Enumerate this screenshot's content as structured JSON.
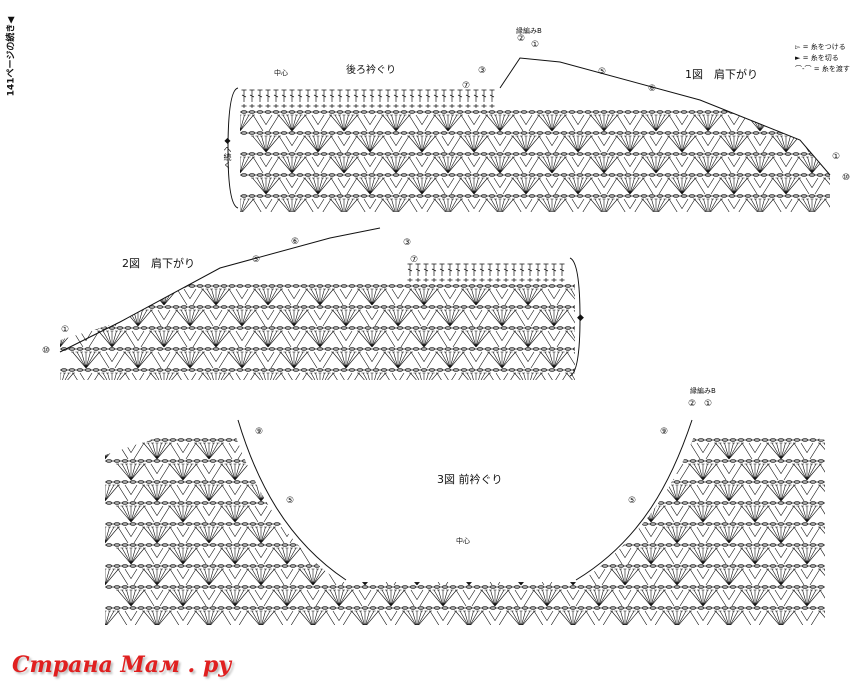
{
  "side_note": "141ページの続き◀",
  "legend": [
    {
      "symbol": "▻",
      "label": "= 糸をつける"
    },
    {
      "symbol": "►",
      "label": "= 糸を切る"
    },
    {
      "symbol": "⌒-⌒",
      "label": "= 糸を渡す"
    }
  ],
  "fig1": {
    "title": "1図　肩下がり",
    "neck_label": "後ろ衿ぐり",
    "center_label": "中心",
    "edging_label": "縁編みB",
    "continue_label": "◆へ続く",
    "rows": [
      "①",
      "②",
      "③",
      "⑦",
      "⑤",
      "⑥",
      "①",
      "⑩"
    ]
  },
  "fig2": {
    "title": "2図　肩下がり",
    "rows": [
      "⑥",
      "⑤",
      "③",
      "⑦",
      "①",
      "⑩"
    ],
    "continue_mark": "◆"
  },
  "fig3": {
    "title": "3図 前衿ぐり",
    "center_label": "中心",
    "edging_label": "縁編みB",
    "rows": [
      "⑨",
      "⑤",
      "⑨",
      "⑤",
      "②",
      "①"
    ]
  },
  "watermark": "Страна Мам . ру",
  "colors": {
    "ink": "#111111",
    "watermark": "#e02020"
  }
}
